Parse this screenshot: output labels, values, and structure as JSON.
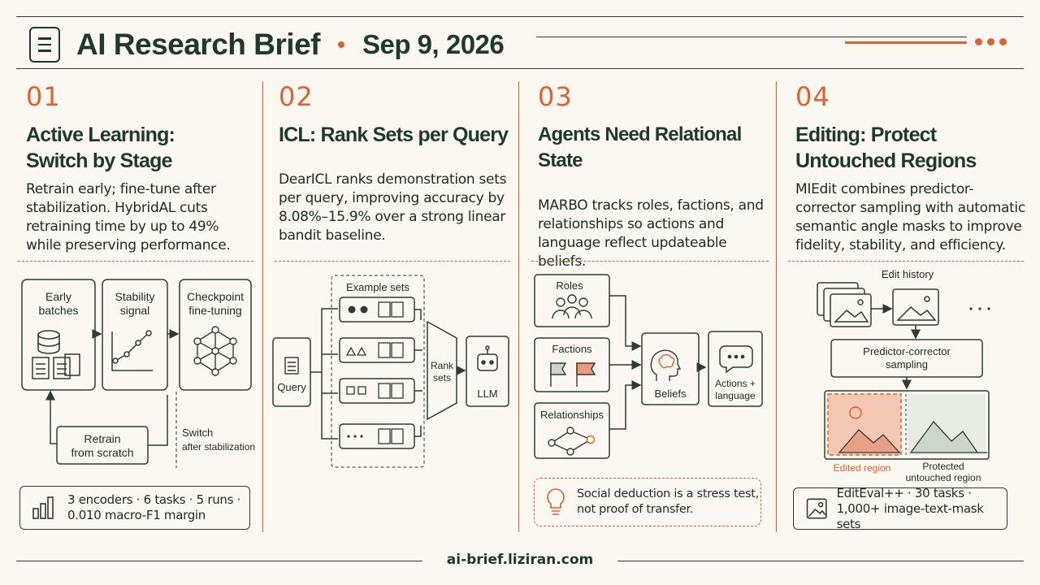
{
  "header": {
    "title": "AI Research Brief",
    "date": "Sep 9, 2026",
    "icon": "document-icon"
  },
  "columns": [
    {
      "num": "01",
      "title_lines": [
        "Active Learning:",
        "Switch by Stage"
      ],
      "body": "Retrain early; fine-tune after stabilization. HybridAL cuts retraining time by up to 49% while preserving performance.",
      "diagram": {
        "box1": [
          "Early",
          "batches"
        ],
        "box2": [
          "Stability",
          "signal"
        ],
        "box3": [
          "Checkpoint",
          "fine-tuning"
        ],
        "retrain": [
          "Retrain",
          "from scratch"
        ],
        "switch": [
          "Switch",
          "after stabilization"
        ]
      },
      "stat": [
        "3 encoders · 6 tasks · 5 runs ·",
        "0.010 macro-F1 margin"
      ],
      "stat_icon": "bar-chart-icon"
    },
    {
      "num": "02",
      "title_lines": [
        "ICL: Rank Sets per Query"
      ],
      "body": "DearICL ranks demonstration sets per query, improving accuracy by 8.08%–15.9% over a strong linear bandit baseline.",
      "diagram": {
        "example_sets": "Example sets",
        "query": "Query",
        "rank": [
          "Rank",
          "sets"
        ],
        "llm": "LLM"
      }
    },
    {
      "num": "03",
      "title_lines": [
        "Agents Need Relational State"
      ],
      "body": "MARBO tracks roles, factions, and relationships so actions and language reflect updateable beliefs.",
      "diagram": {
        "roles": "Roles",
        "factions": "Factions",
        "relationships": "Relationships",
        "beliefs": "Beliefs",
        "actions": [
          "Actions +",
          "language"
        ]
      },
      "note": [
        "Social deduction is a stress test,",
        "not proof of transfer."
      ],
      "note_icon": "lightbulb-icon"
    },
    {
      "num": "04",
      "title_lines": [
        "Editing: Protect",
        "Untouched Regions"
      ],
      "body": "MIEdit combines predictor-corrector sampling with automatic semantic angle masks to improve fidelity, stability, and efficiency.",
      "diagram": {
        "history": "Edit history",
        "sampling": [
          "Predictor-corrector",
          "sampling"
        ],
        "edited": "Edited region",
        "protected": [
          "Protected",
          "untouched region"
        ]
      },
      "stat": [
        "EditEval++ · 30 tasks ·",
        "1,000+ image-text-mask sets"
      ],
      "stat_icon": "image-icon"
    }
  ],
  "footer": "ai-brief.liziran.com",
  "colors": {
    "accent": "#e0602f",
    "ink": "#1f3a2c",
    "background": "#faf8f1"
  }
}
